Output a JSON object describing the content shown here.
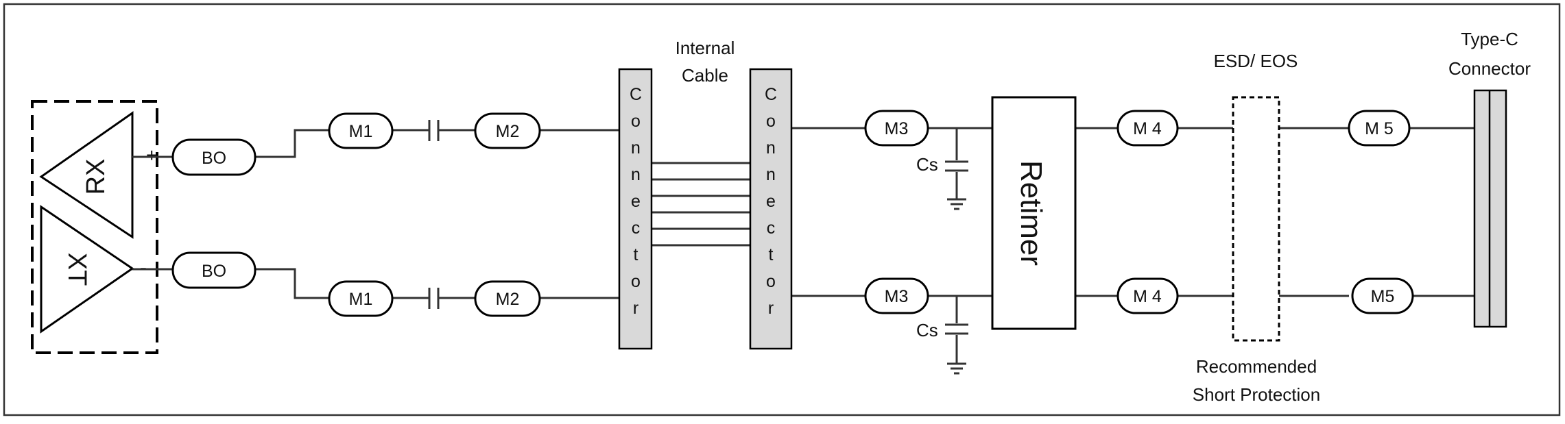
{
  "diagram": {
    "left_block": {
      "rx_label": "RX",
      "tx_label": "XT",
      "plus_sign": "+",
      "minus_sign": "-"
    },
    "nodes": {
      "bo_top": "BO",
      "bo_bottom": "BO",
      "m1_top": "M1",
      "m1_bottom": "M1",
      "m2_top": "M2",
      "m2_bottom": "M2",
      "m3_top": "M3",
      "m3_bottom": "M3",
      "m4_top": "M 4",
      "m4_bottom": "M 4",
      "m5_top": "M 5",
      "m5_bottom": "M5"
    },
    "labels": {
      "internal_cable_line1": "Internal",
      "internal_cable_line2": "Cable",
      "esd_eos": "ESD/ EOS",
      "type_c_line1": "Type-C",
      "type_c_line2": "Connector",
      "recommended_line1": "Recommended",
      "recommended_line2": "Short Protection",
      "retimer": "Retimer",
      "cs_top": "Cs",
      "cs_bottom": "Cs"
    },
    "connector_left_letters": [
      "C",
      "o",
      "n",
      "n",
      "e",
      "c",
      "t",
      "o",
      "r"
    ],
    "connector_right_letters": [
      "C",
      "o",
      "n",
      "n",
      "e",
      "c",
      "t",
      "o",
      "r"
    ]
  }
}
